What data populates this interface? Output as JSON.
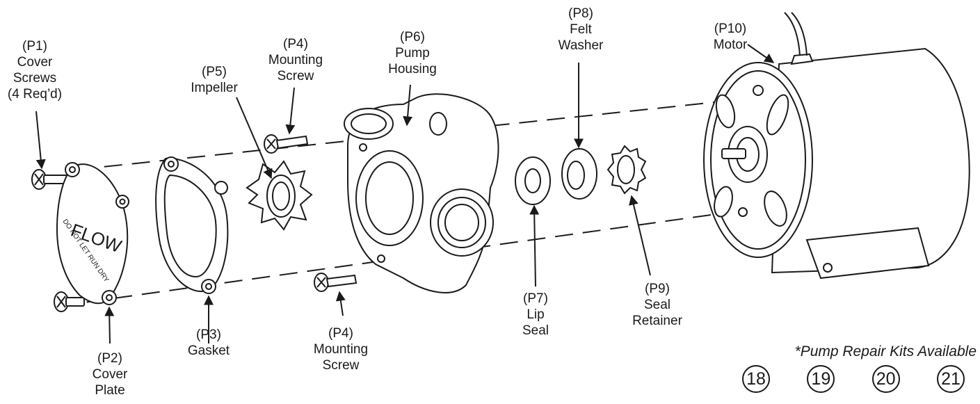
{
  "labels": {
    "p1": [
      "(P1)",
      "Cover",
      "Screws",
      "(4 Req’d)"
    ],
    "p2": [
      "(P2)",
      "Cover",
      "Plate"
    ],
    "p3": [
      "(P3)",
      "Gasket"
    ],
    "p4_top": [
      "(P4)",
      "Mounting",
      "Screw"
    ],
    "p4_bottom": [
      "(P4)",
      "Mounting",
      "Screw"
    ],
    "p5": [
      "(P5)",
      "Impeller"
    ],
    "p6": [
      "(P6)",
      "Pump",
      "Housing"
    ],
    "p7": [
      "(P7)",
      "Lip",
      "Seal"
    ],
    "p8": [
      "(P8)",
      "Felt",
      "Washer"
    ],
    "p9": [
      "(P9)",
      "Seal",
      "Retainer"
    ],
    "p10": [
      "(P10)",
      "Motor"
    ]
  },
  "cover_text": {
    "flow": "FLOW",
    "warning": "DO NOT LET RUN DRY"
  },
  "kits": {
    "title": "*Pump Repair Kits Available",
    "numbers": [
      "18",
      "19",
      "20",
      "21"
    ]
  }
}
